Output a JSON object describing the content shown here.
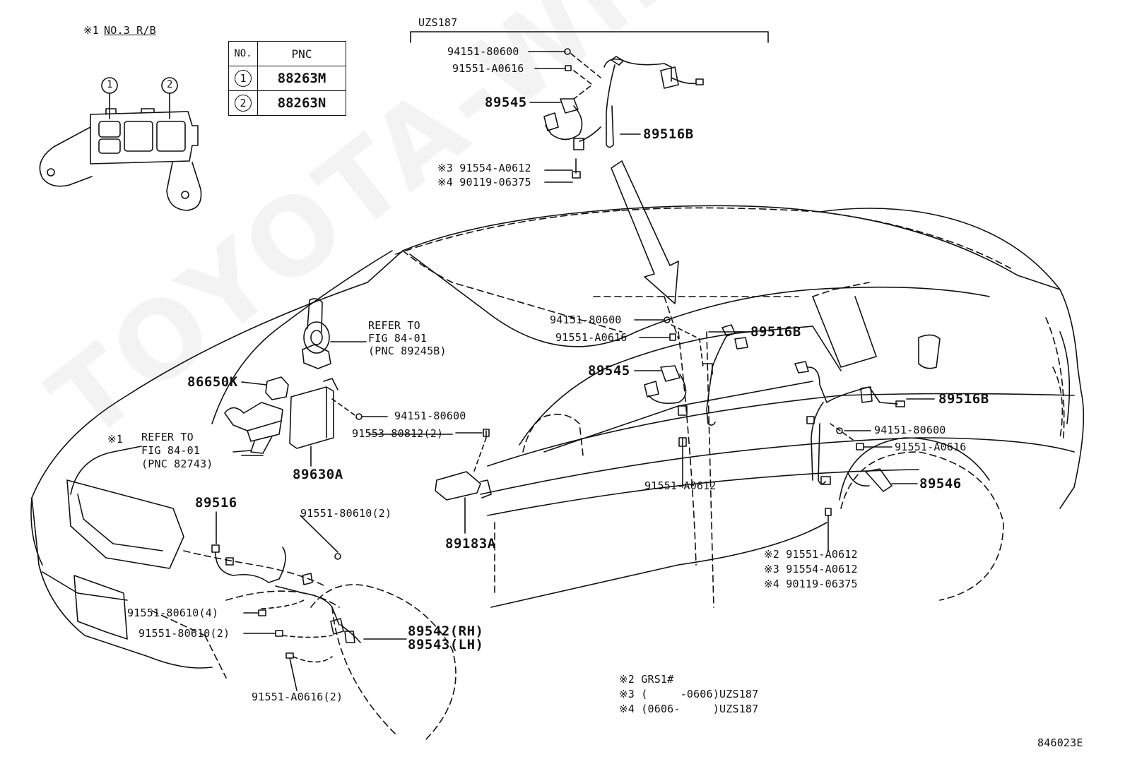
{
  "watermark": "TOYOTA-Wiring.ru",
  "figure_code": "846023E",
  "relay_block": {
    "note": "※1",
    "title": "NO.3 R/B",
    "callout_1": "1",
    "callout_2": "2"
  },
  "pnc_table": {
    "col_no": "NO.",
    "col_pnc": "PNC",
    "rows": [
      {
        "no": "1",
        "pnc": "88263M"
      },
      {
        "no": "2",
        "pnc": "88263N"
      }
    ]
  },
  "uzs187_group": {
    "title": "UZS187",
    "labels": {
      "nut": "94151-80600",
      "bolt": "91551-A0616",
      "sensor": "89545",
      "wire": "89516B",
      "note3": "※3 91554-A0612",
      "note4": "※4 90119-06375"
    }
  },
  "main_labels": {
    "refer_1_line1": "REFER TO",
    "refer_1_line2": "FIG 84-01",
    "refer_1_line3": "(PNC 89245B)",
    "p86650k": "86650K",
    "nut_mid": "94151-80600",
    "bolt_mid": "91553-80812(2)",
    "note1": "※1",
    "refer_2_line1": "REFER TO",
    "refer_2_line2": "FIG 84-01",
    "refer_2_line3": "(PNC 82743)",
    "p89630a": "89630A",
    "p89516": "89516",
    "bolt_front_2": "91551-80610(2)",
    "p89183a": "89183A",
    "bolt_front_4": "91551-80610(4)",
    "bolt_front_2b": "91551-80610(2)",
    "p89542": "89542(RH)",
    "p89543": "89543(LH)",
    "bolt_front_a0616": "91551-A0616(2)",
    "door_nut": "94151-80600",
    "door_bolt": "91551-A0616",
    "door_sensor": "89545",
    "door_wire": "89516B",
    "door_bolt_low": "91551-A0612",
    "rear_wire": "89516B",
    "rear_nut": "94151-80600",
    "rear_bolt": "91551-A0616",
    "rear_sensor": "89546",
    "rear_note2": "※2 91551-A0612",
    "rear_note3": "※3 91554-A0612",
    "rear_note4": "※4 90119-06375"
  },
  "legend": {
    "l2": "※2 GRS1#",
    "l3": "※3 (     -0606)UZS187",
    "l4": "※4 (0606-     )UZS187"
  }
}
